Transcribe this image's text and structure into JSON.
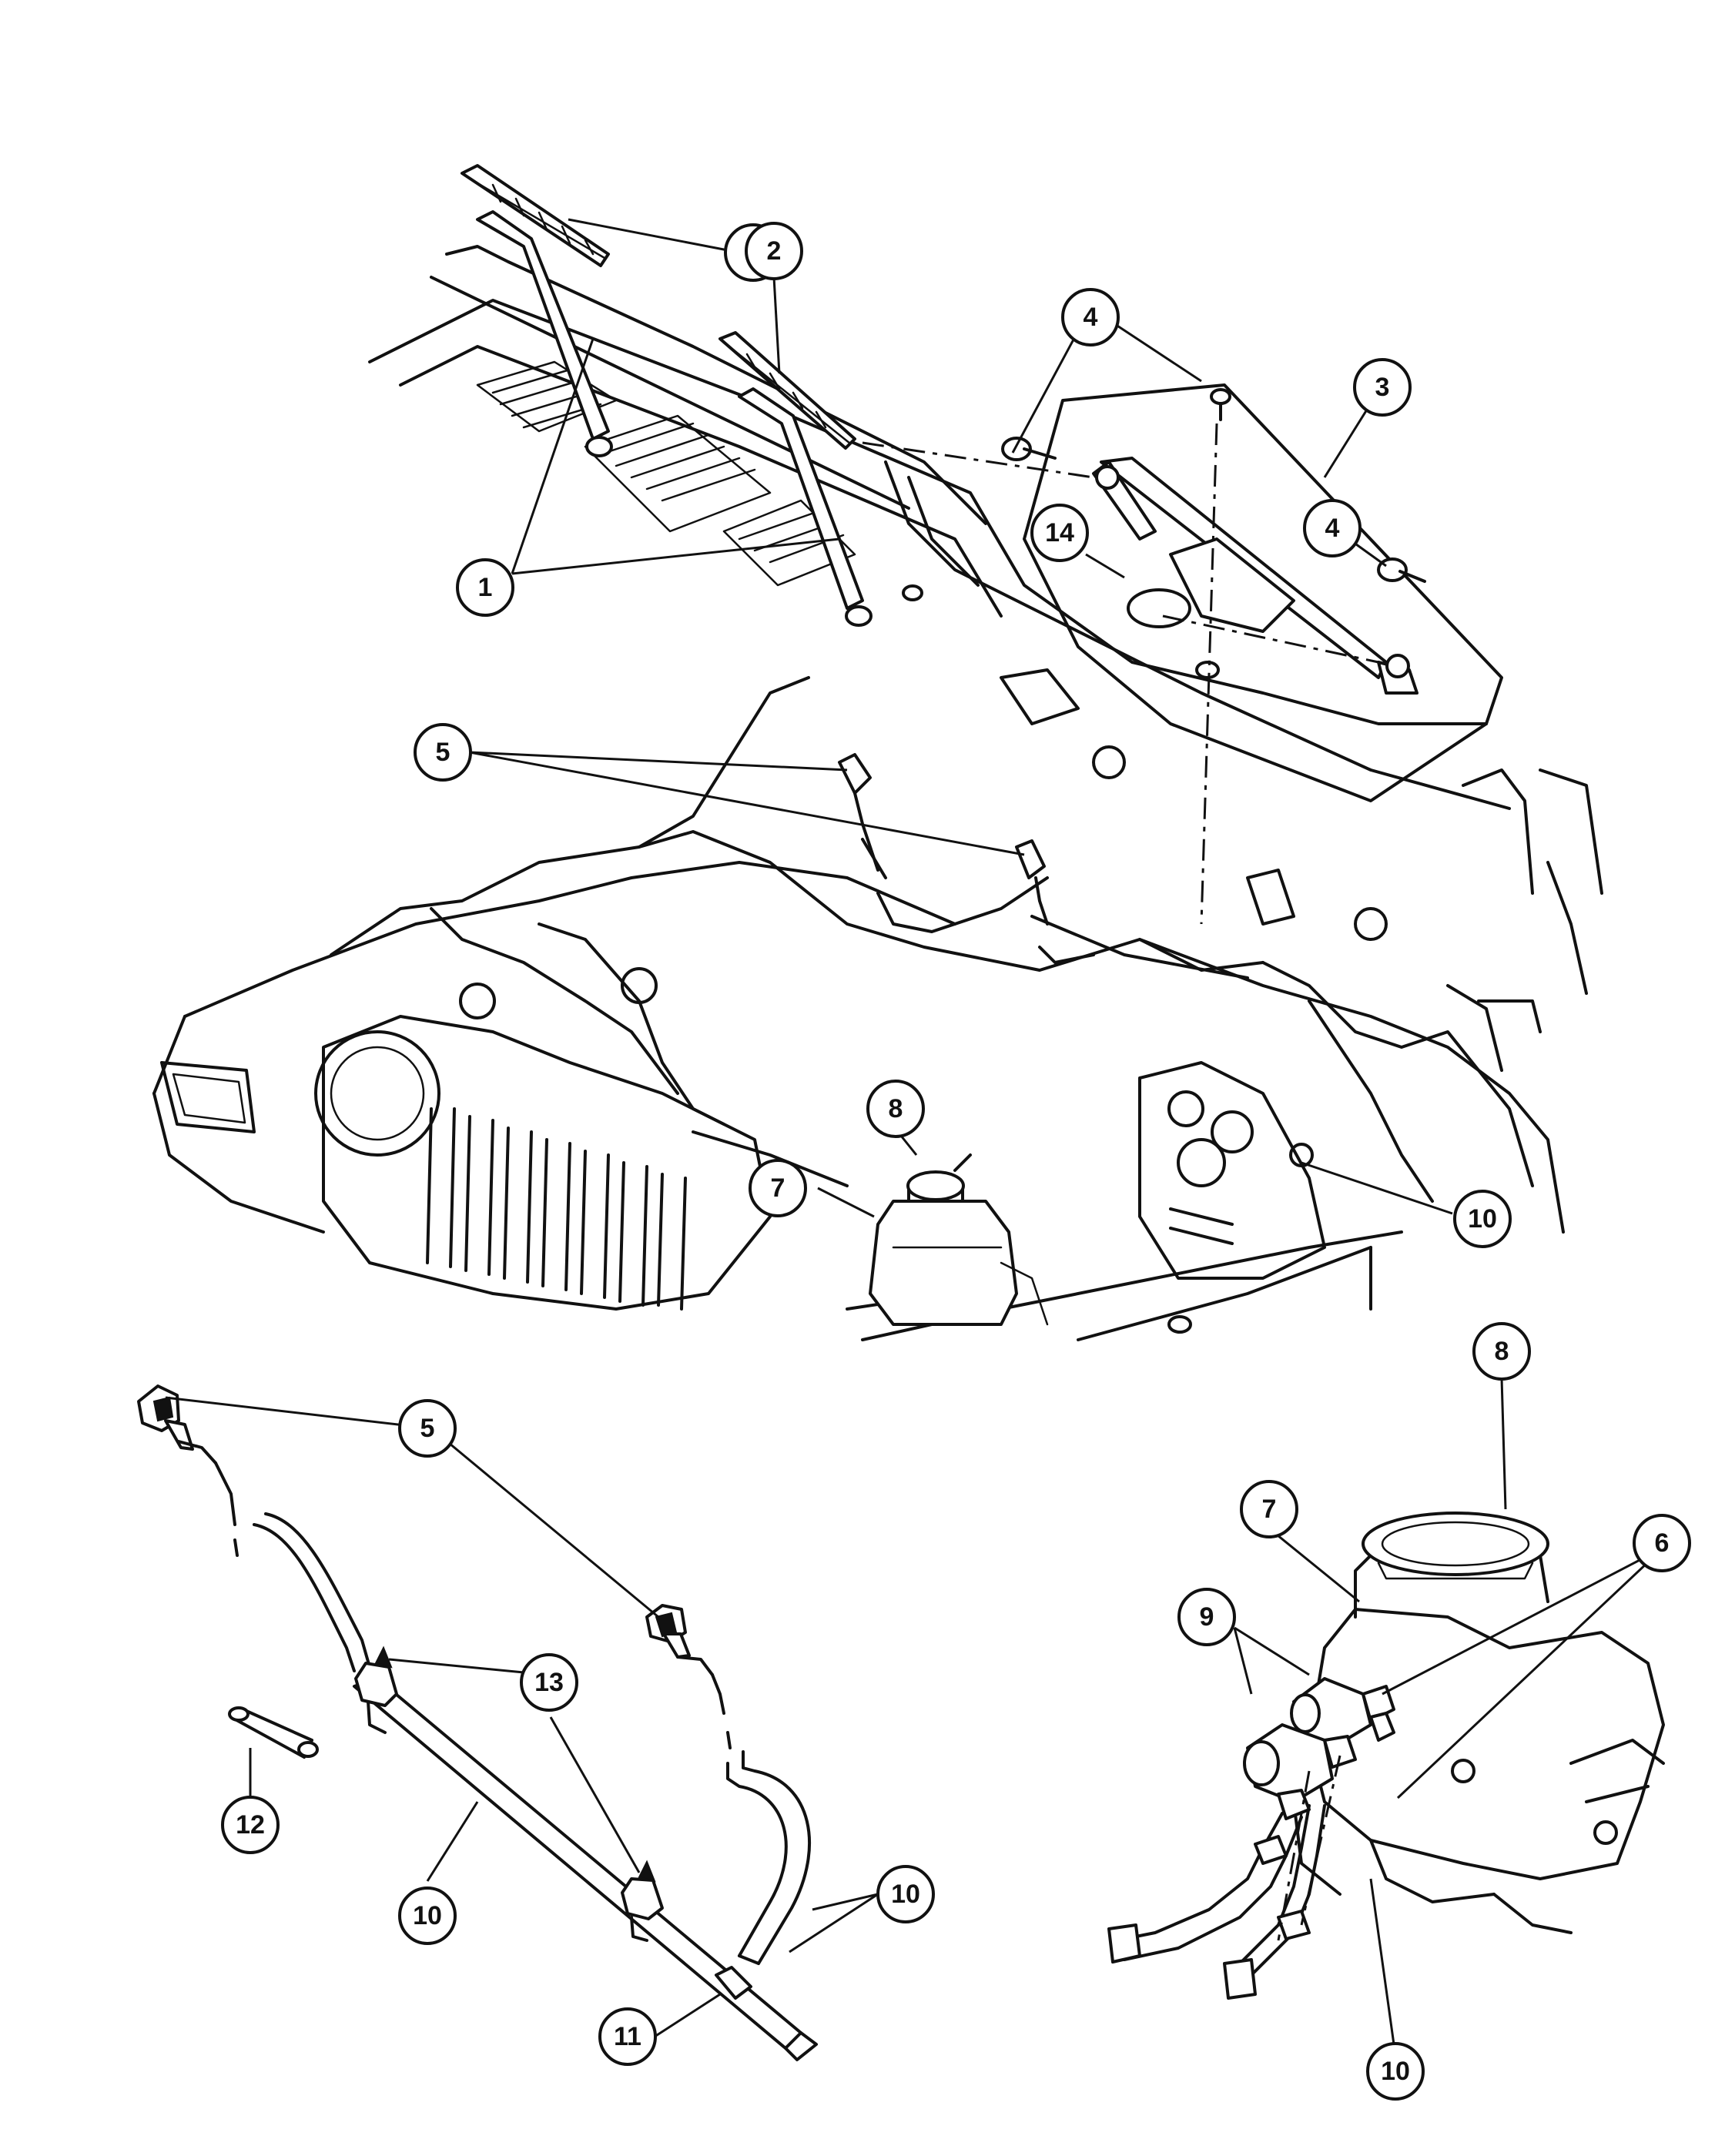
{
  "callouts": [
    {
      "id": "c2a",
      "label": "2"
    },
    {
      "id": "c2b",
      "label": "2"
    },
    {
      "id": "c4a",
      "label": "4"
    },
    {
      "id": "c3",
      "label": "3"
    },
    {
      "id": "c4b",
      "label": "4"
    },
    {
      "id": "c14",
      "label": "14"
    },
    {
      "id": "c1",
      "label": "1"
    },
    {
      "id": "c5a",
      "label": "5"
    },
    {
      "id": "c8a",
      "label": "8"
    },
    {
      "id": "c7a",
      "label": "7"
    },
    {
      "id": "c10a",
      "label": "10"
    },
    {
      "id": "c5b",
      "label": "5"
    },
    {
      "id": "c13",
      "label": "13"
    },
    {
      "id": "c12",
      "label": "12"
    },
    {
      "id": "c10b",
      "label": "10"
    },
    {
      "id": "c10c",
      "label": "10"
    },
    {
      "id": "c11",
      "label": "11"
    },
    {
      "id": "c8b",
      "label": "8"
    },
    {
      "id": "c7b",
      "label": "7"
    },
    {
      "id": "c6",
      "label": "6"
    },
    {
      "id": "c9",
      "label": "9"
    },
    {
      "id": "c10d",
      "label": "10"
    }
  ]
}
